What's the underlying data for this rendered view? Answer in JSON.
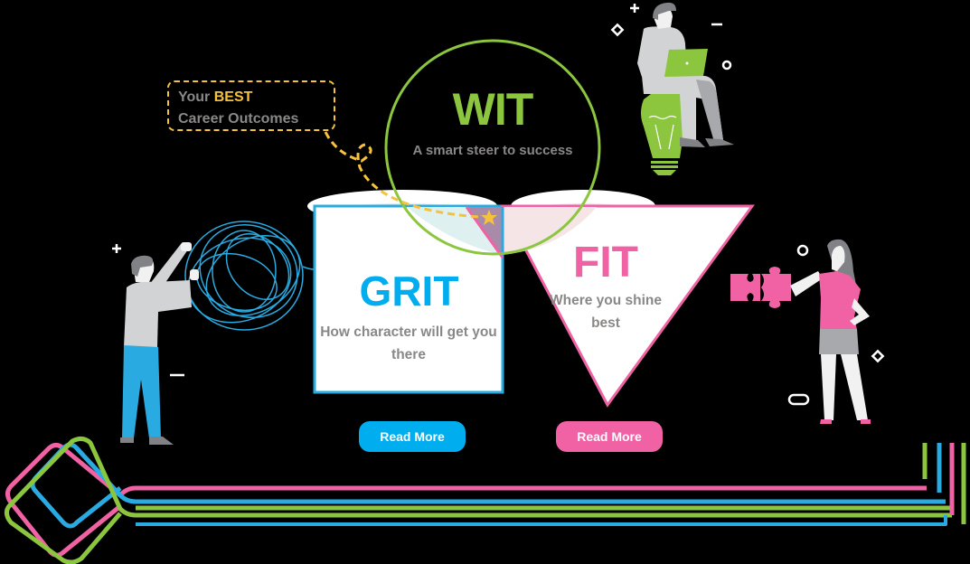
{
  "callout": {
    "prefix": "Your",
    "highlight": "BEST",
    "line2": "Career Outcomes"
  },
  "wit": {
    "title": "WIT",
    "subtitle": "A smart steer to success"
  },
  "grit": {
    "title": "GRIT",
    "subtitle": "How character will get you there",
    "button": "Read More"
  },
  "fit": {
    "title": "FIT",
    "subtitle": "Where you shine best",
    "button": "Read More"
  },
  "colors": {
    "wit": "#8cc63f",
    "grit": "#00aeef",
    "fit": "#f062a4",
    "callout": "#f5c33b",
    "text_gray": "#8a8887",
    "line_blue": "#29abe2"
  },
  "icons": [
    "plus-icon",
    "minus-icon",
    "diamond-icon",
    "circle-icon",
    "star-icon",
    "puzzle-icon",
    "lightbulb-icon",
    "laptop-icon",
    "tangled-yarn-icon"
  ]
}
